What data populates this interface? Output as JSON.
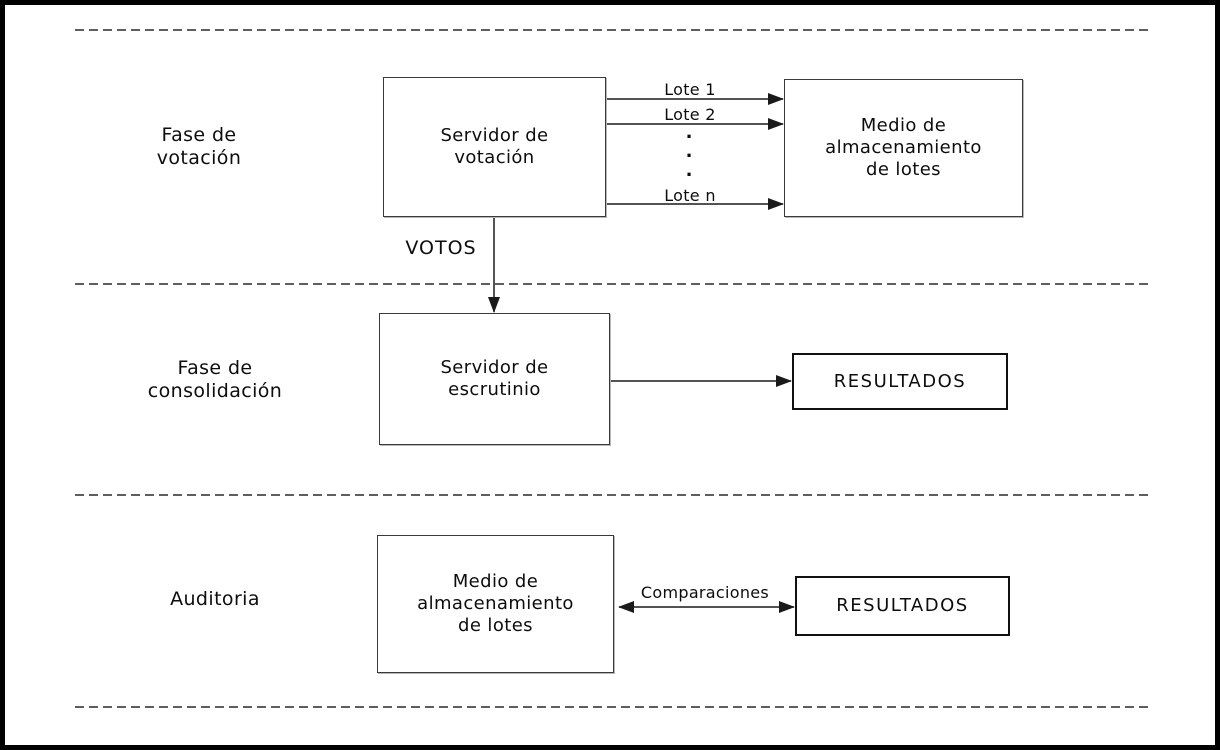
{
  "diagram": {
    "phases": [
      {
        "label": "Fase de\nvotación"
      },
      {
        "label": "Fase de\nconsolidación"
      },
      {
        "label": "Auditoria"
      }
    ],
    "boxes": {
      "servidor_votacion": "Servidor de\nvotación",
      "medio_lotes_votacion": "Medio de\nalmacenamiento\nde lotes",
      "servidor_escrutinio": "Servidor de\nescrutinio",
      "resultados_consolidacion": "RESULTADOS",
      "medio_lotes_auditoria": "Medio de\nalmacenamiento\nde lotes",
      "resultados_auditoria": "RESULTADOS"
    },
    "arrow_labels": {
      "lote1": "Lote 1",
      "lote2": "Lote 2",
      "dots": ".\n.\n.",
      "loten": "Lote n",
      "votos": "VOTOS",
      "comparaciones": "Comparaciones"
    },
    "colors": {
      "background": "#ffffff",
      "outer_border": "#000000",
      "box_border": "#3a3a3a",
      "strong_box_border": "#111111",
      "dashed_separator": "#5e5e5e",
      "arrow": "#1a1a1a",
      "text": "#0d0d0d"
    }
  }
}
